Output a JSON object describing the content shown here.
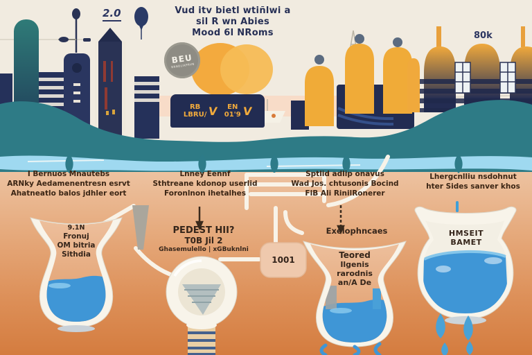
{
  "scene_type": "water-cycle-infographic-illustration",
  "headline": {
    "lines": [
      "Vud itv bietl wtiñlwi a",
      "sil R wn Abies",
      "Mood 6l NRoms"
    ]
  },
  "notes": {
    "sketch_left": "2.0",
    "sketch_right": "80k"
  },
  "badge": {
    "title": "BEU",
    "subtitle": "BRNDLIKPRVN"
  },
  "sign": {
    "groups": [
      {
        "top": "RB",
        "bottom": "LBRU/",
        "mark": "V"
      },
      {
        "top": "EN",
        "bottom": "01'9",
        "mark": "V"
      }
    ]
  },
  "ground_columns": [
    {
      "lines": [
        "I Bernuos Mnautebs",
        "ARNky Aedamenentresn esrvt",
        "Ahatneatlo balos jdhler eort"
      ]
    },
    {
      "lines": [
        "Lnney Eennf",
        "Sthtreane kdonop userlid",
        "Foronlnon ihetalhes"
      ]
    },
    {
      "lines": [
        "Sptlid adlip onavus",
        "Wad Jos. chtusonis Bocind",
        "FlB Ali RinilRonerer"
      ]
    },
    {
      "lines": [
        "Lhergcnlliu nsdohnut",
        "hter Sides sanver khos"
      ]
    }
  ],
  "tank": {
    "label": "1001"
  },
  "vessels": {
    "v1": {
      "lines": [
        "9.1N",
        "Fronuj",
        "OM bitria",
        "Sithdia"
      ]
    },
    "v2": {
      "caption_lines": [
        "PEDEST HII?",
        "T0B Jil 2",
        "Ghasemulello | xGBuknlni"
      ]
    },
    "v3": {
      "caption": "Exelophncaes",
      "lines": [
        "Teored",
        "Ilgenis",
        "rarodnis",
        "an/A De"
      ]
    },
    "v4": {
      "lines": [
        "HMSEIT",
        "BAMET"
      ]
    }
  },
  "colors": {
    "sky_cream": "#f1ebe0",
    "navy": "#232c52",
    "teal_water": "#2e7b86",
    "water_edge_light": "#a5def5",
    "silo_yellow": "#f0ab38",
    "sun_orange": "#f3aa3e",
    "pink_band": "#f8dcc8",
    "ground_top": "#eec6a6",
    "ground_bottom": "#d47c3f",
    "vessel_water_blue": "#3f96d6",
    "glass_white": "#f8f4ea",
    "label_brown": "#3b2514"
  }
}
